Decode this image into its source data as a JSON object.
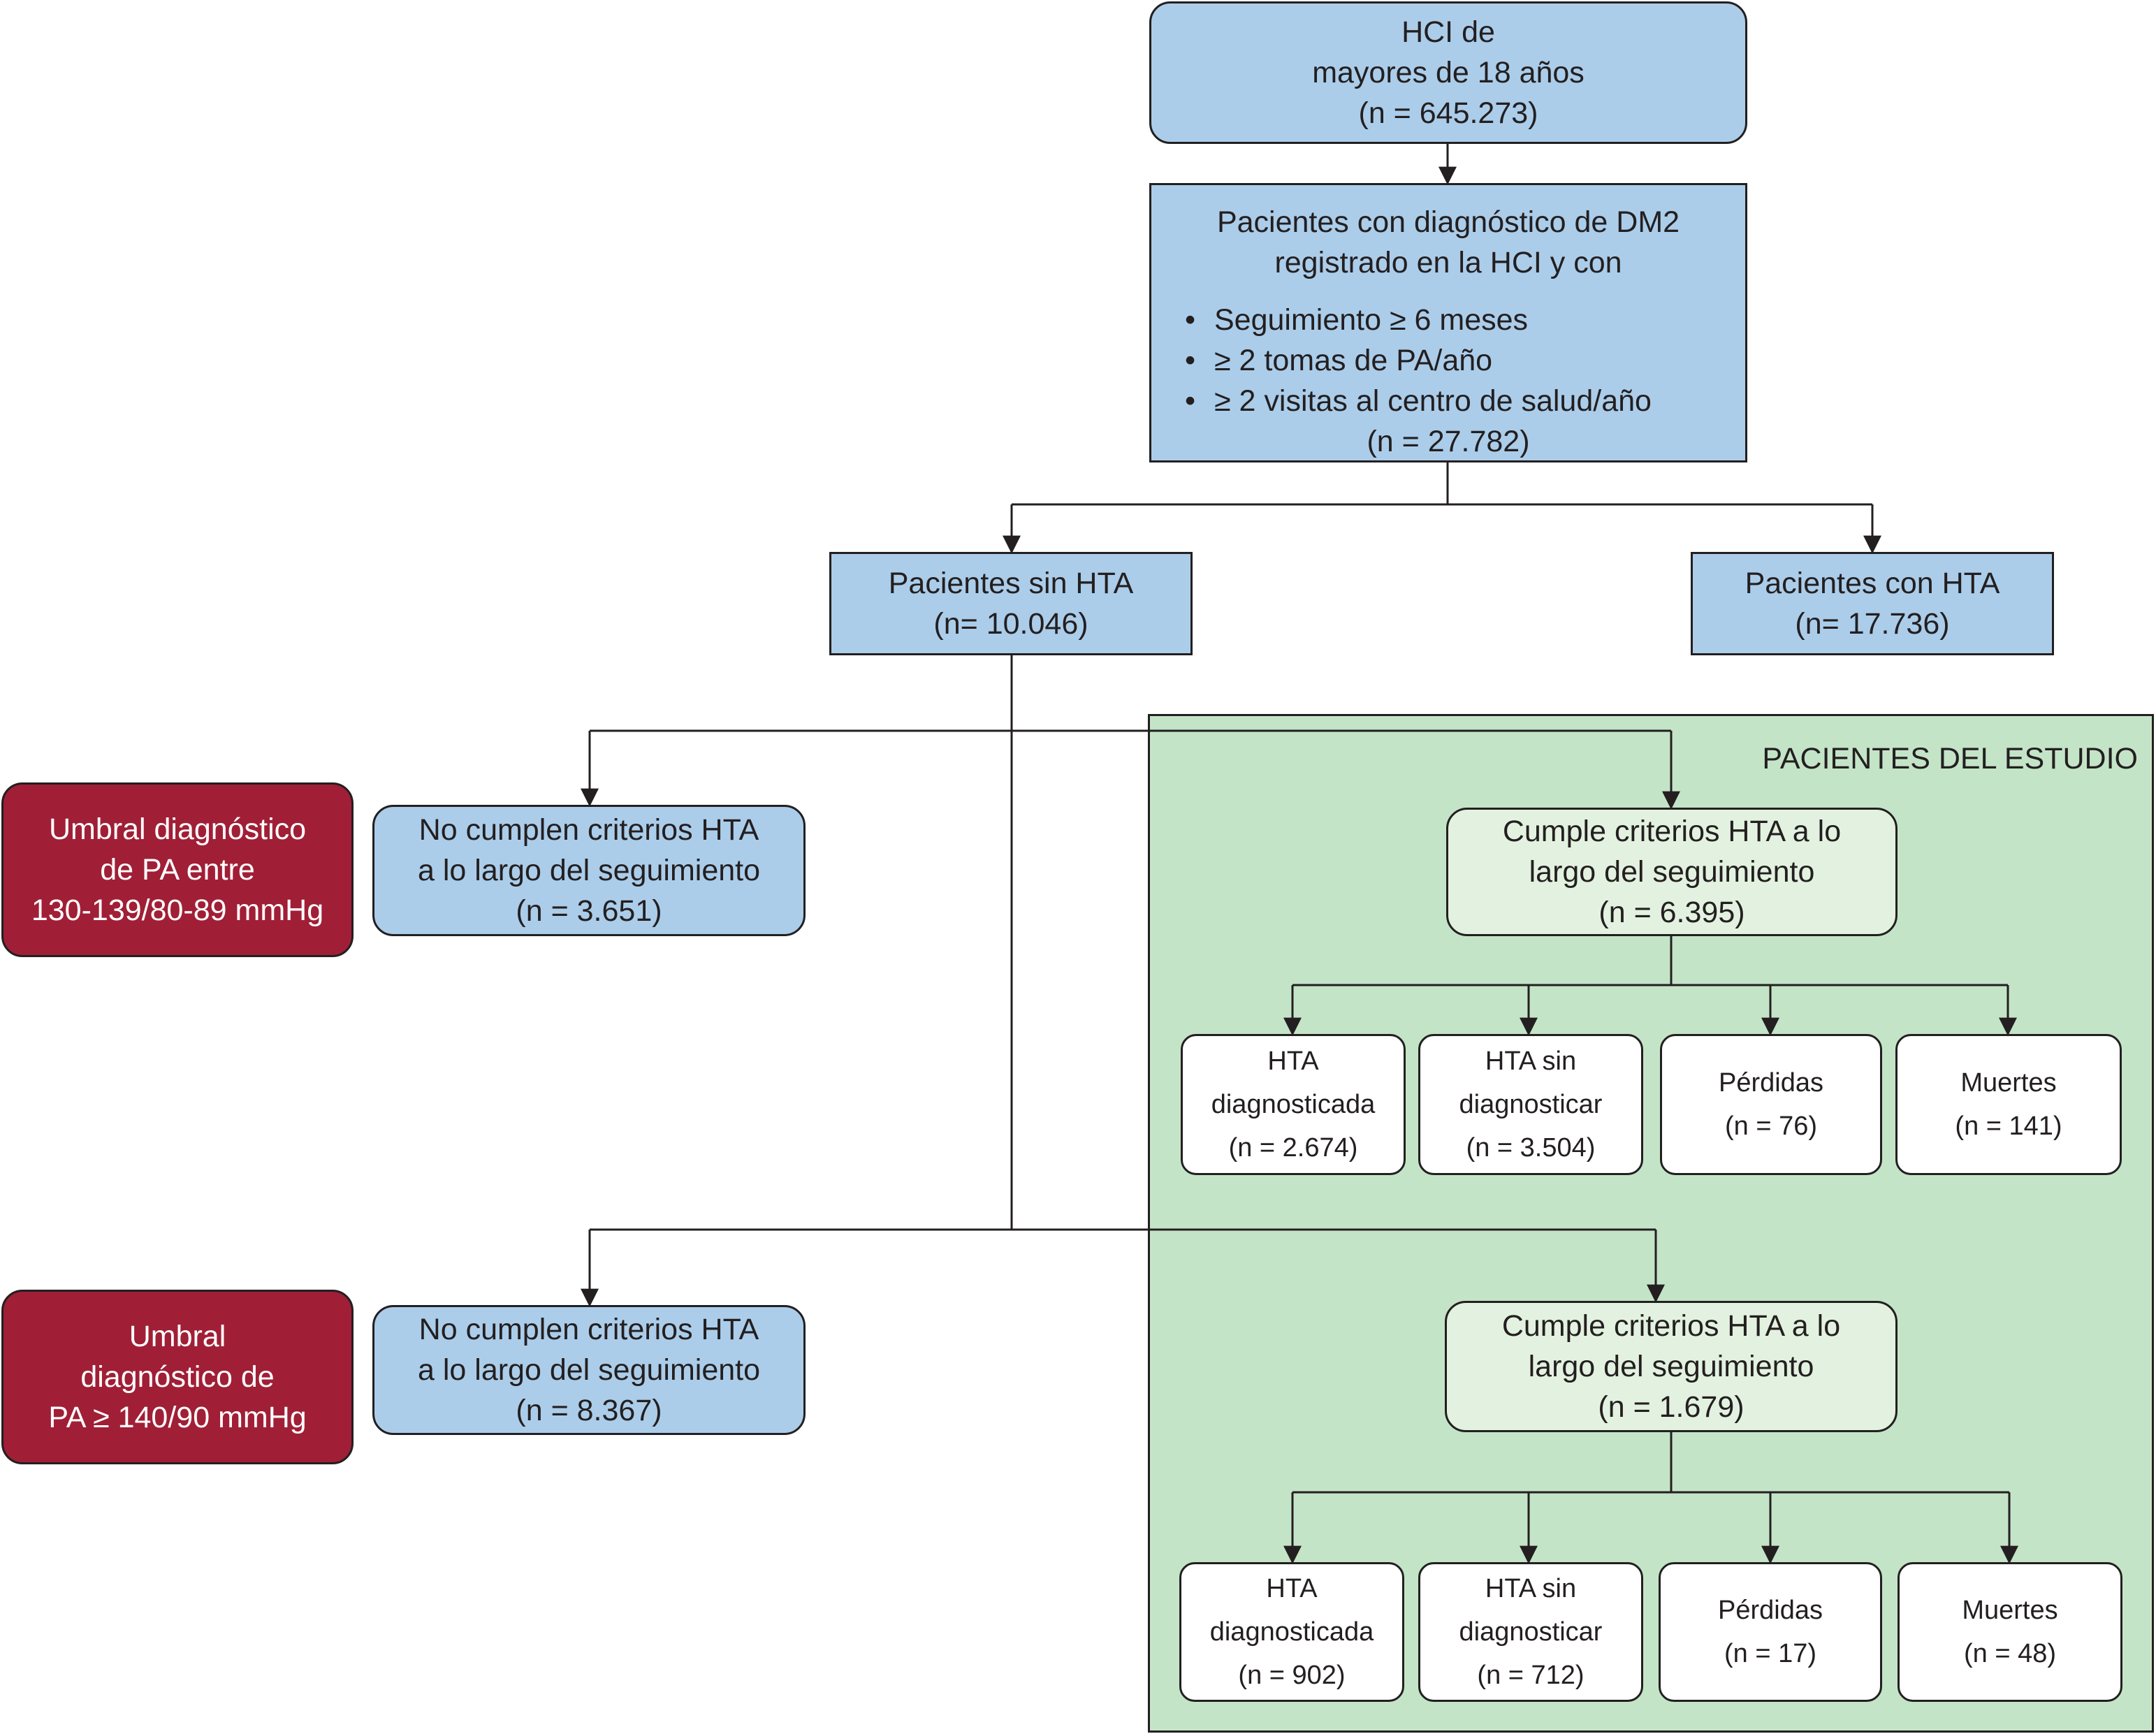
{
  "source": {
    "lines": [
      "HCI de",
      "mayores de 18 años",
      "(n = 645.273)"
    ]
  },
  "dm2": {
    "heading": [
      "Pacientes con diagnóstico de DM2",
      "registrado en la HCI y con"
    ],
    "criteria": [
      "Seguimiento ≥ 6 meses",
      "≥ 2 tomas de PA/año",
      "≥ 2 visitas al centro de salud/año"
    ],
    "count": "(n = 27.782)"
  },
  "without_hta": {
    "lines": [
      "Pacientes sin HTA",
      "(n= 10.046)"
    ]
  },
  "with_hta": {
    "lines": [
      "Pacientes con HTA",
      "(n= 17.736)"
    ]
  },
  "study_zone": {
    "title": "PACIENTES DEL ESTUDIO"
  },
  "threshold_130": {
    "label": [
      "Umbral diagnóstico",
      "de PA entre",
      "130-139/80-89 mmHg"
    ],
    "not_meeting": [
      "No cumplen criterios HTA",
      "a lo largo del seguimiento",
      "(n = 3.651)"
    ],
    "meeting": [
      "Cumple criterios HTA a lo",
      "largo del seguimiento",
      "(n = 6.395)"
    ],
    "outcomes": [
      {
        "lines": [
          "HTA",
          "diagnosticada",
          "(n = 2.674)"
        ]
      },
      {
        "lines": [
          "HTA sin",
          "diagnosticar",
          "(n = 3.504)"
        ]
      },
      {
        "lines": [
          "Pérdidas",
          "(n = 76)"
        ]
      },
      {
        "lines": [
          "Muertes",
          "(n = 141)"
        ]
      }
    ]
  },
  "threshold_140": {
    "label": [
      "Umbral",
      "diagnóstico de",
      "PA ≥ 140/90 mmHg"
    ],
    "not_meeting": [
      "No cumplen criterios HTA",
      "a lo largo del seguimiento",
      "(n = 8.367)"
    ],
    "meeting": [
      "Cumple criterios HTA a lo",
      "largo del seguimiento",
      "(n = 1.679)"
    ],
    "outcomes": [
      {
        "lines": [
          "HTA",
          "diagnosticada",
          "(n = 902)"
        ]
      },
      {
        "lines": [
          "HTA sin",
          "diagnosticar",
          "(n = 712)"
        ]
      },
      {
        "lines": [
          "Pérdidas",
          "(n = 17)"
        ]
      },
      {
        "lines": [
          "Muertes",
          "(n = 48)"
        ]
      }
    ]
  }
}
